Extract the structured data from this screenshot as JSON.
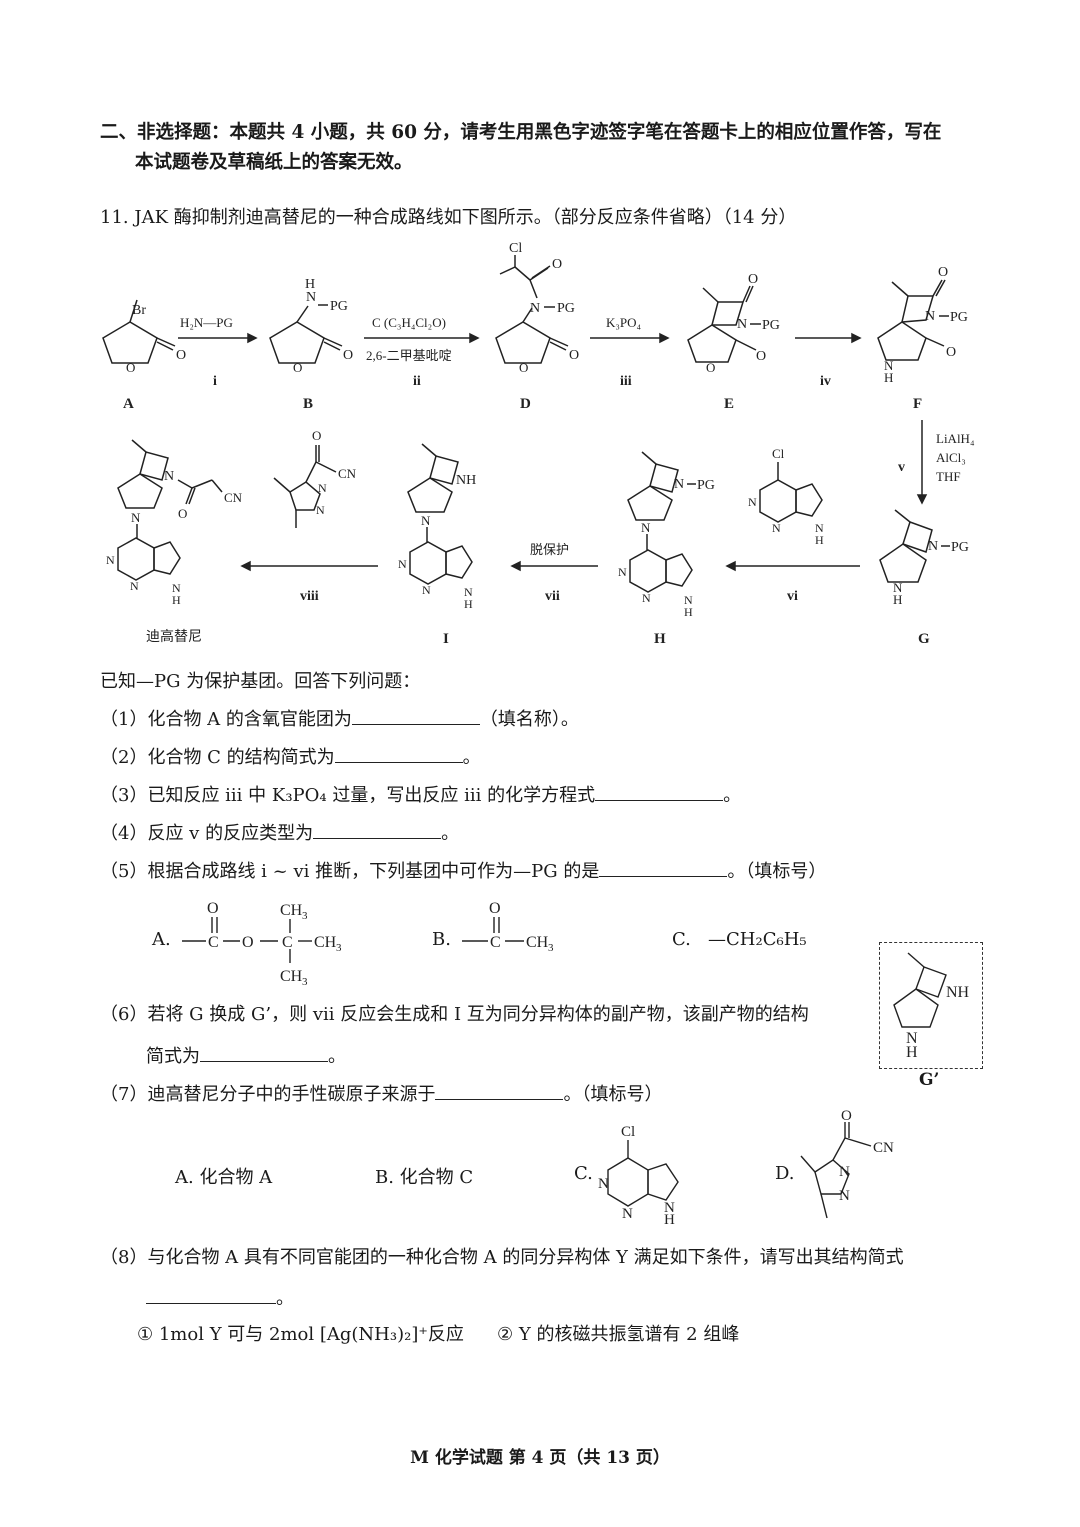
{
  "section": {
    "line1": "二、非选择题：本题共 4 小题，共 60 分，请考生用黑色字迹签字笔在答题卡上的相应位置作答，写在",
    "line2": "本试题卷及草稿纸上的答案无效。"
  },
  "question": {
    "title": "11. JAK 酶抑制剂迪高替尼的一种合成路线如下图所示。（部分反应条件省略）（14 分）",
    "known": "已知—PG 为保护基团。回答下列问题：",
    "q1": {
      "pre": "（1）化合物 A 的含氧官能团为",
      "post": "（填名称）。"
    },
    "q2": {
      "pre": "（2）化合物 C 的结构简式为",
      "post": "。"
    },
    "q3": {
      "pre": "（3）已知反应 iii 中 K₃PO₄ 过量，写出反应 iii 的化学方程式",
      "post": "。"
    },
    "q4": {
      "pre": "（4）反应 v 的反应类型为",
      "post": "。"
    },
    "q5": {
      "pre": "（5）根据合成路线 i ~ vi 推断，下列基团中可作为—PG 的是",
      "post": "。（填标号）"
    },
    "q5_options": {
      "a": "A.",
      "b": "B.",
      "c": "C.",
      "c_text": "—CH₂C₆H₅"
    },
    "q6": {
      "line1": "（6）若将 G 换成 G’，则 vii 反应会生成和 I 互为同分异构体的副产物，该副产物的结构",
      "pre": "简式为",
      "post": "。"
    },
    "q7": {
      "pre": "（7）迪高替尼分子中的手性碳原子来源于",
      "post": "。（填标号）"
    },
    "q7_options": {
      "a": "A. 化合物 A",
      "b": "B. 化合物 C",
      "c": "C.",
      "d": "D."
    },
    "q8": {
      "line1": "（8）与化合物 A 具有不同官能团的一种化合物 A 的同分异构体 Y 满足如下条件，请写出其结构简式",
      "post": "。",
      "cond1": "① 1mol Y 可与 2mol [Ag(NH₃)₂]⁺反应",
      "cond2": "② Y 的核磁共振氢谱有 2 组峰"
    }
  },
  "scheme": {
    "compounds": [
      "A",
      "B",
      "D",
      "E",
      "F",
      "G",
      "H",
      "I",
      "迪高替尼",
      "G’"
    ],
    "steps": [
      "i",
      "ii",
      "iii",
      "iv",
      "v",
      "vi",
      "vii",
      "viii"
    ],
    "reagents": {
      "i": "H₂N—PG",
      "ii_top": "C (C₃H₄Cl₂O)",
      "ii_bottom": "2,6-二甲基吡啶",
      "iii": "K₃PO₄",
      "v": [
        "LiAlH₄",
        "AlCl₃",
        "THF"
      ],
      "vii": "脱保护"
    }
  },
  "footer": "M   化学试题 第 4 页（共 13 页）"
}
